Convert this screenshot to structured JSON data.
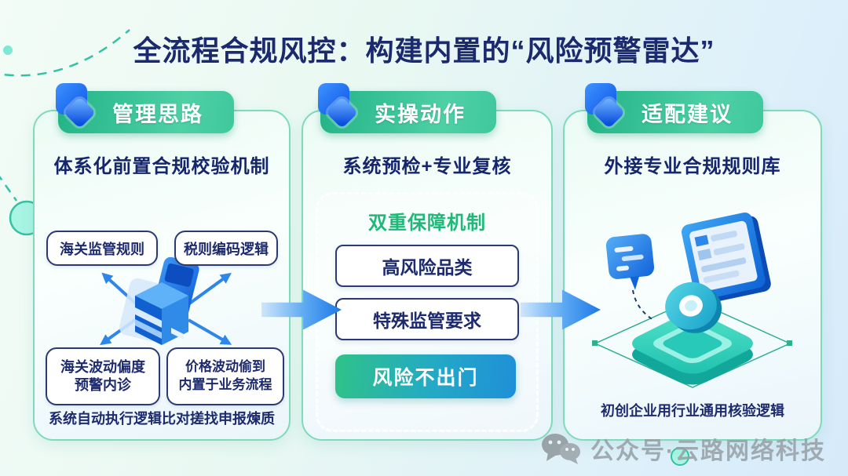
{
  "title": "全流程合规风控：构建内置的“风险预警雷达”",
  "cards": [
    {
      "badge": "管理思路",
      "subtitle": "体系化前置合规校验机制",
      "box_top_left": "海关监管规则",
      "box_top_right": "税则编码逻辑",
      "box_bottom_left_line1": "海关波动偏度",
      "box_bottom_left_line2": "预警内诊",
      "box_bottom_right_line1": "价格波动偷到",
      "box_bottom_right_line2": "内置于业务流程",
      "caption": "系统自动执行逻辑比对搓找申报煉质"
    },
    {
      "badge": "实操动作",
      "subtitle": "系统预检+专业复核",
      "panel_title": "双重保障机制",
      "item1": "高风险品类",
      "item2": "特殊监管要求",
      "button": "风险不出门"
    },
    {
      "badge": "适配建议",
      "subtitle": "外接专业合规规则库",
      "caption": "初创企业用行业通用核验逻辑"
    }
  ],
  "watermark": {
    "text": "公众号·云路网络科技"
  },
  "icons": {
    "badge_icon": "diamond-icon",
    "card1_center": "server-cube-icon",
    "card3_center": "monitor-ring-chat-illustration",
    "between_cards": "arrow-right-icon",
    "watermark_icon": "wechat-icon"
  },
  "colors": {
    "title_navy": "#1b296f",
    "badge_green_start": "#23b387",
    "badge_green_end": "#4ed0a5",
    "diamond_blue": "#0c55e6",
    "card_border": "#7fdabb",
    "box_border_navy": "#2a3a74",
    "panel_title_green": "#1fb878",
    "button_gradient_start": "#2fc289",
    "button_gradient_end": "#1f8fd8",
    "arrow_blue": "#2e86ea",
    "watermark_gray": "#96a0a5"
  }
}
